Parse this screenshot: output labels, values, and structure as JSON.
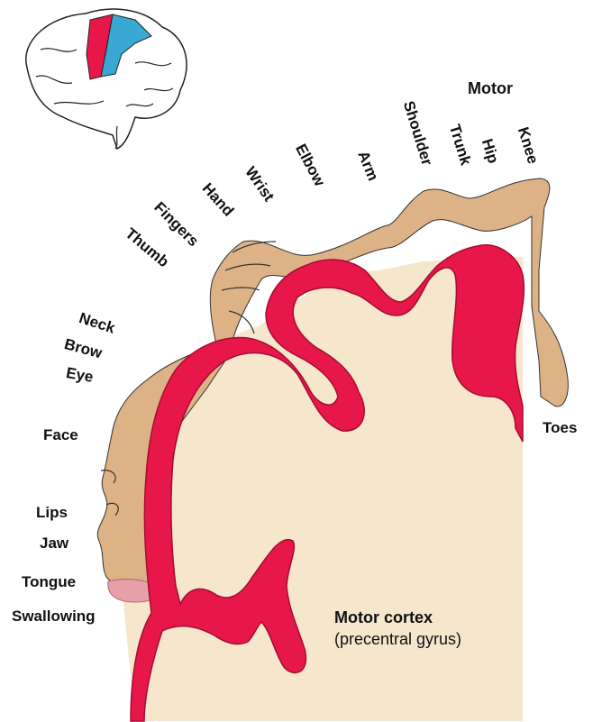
{
  "title": "Motor",
  "labels": {
    "toes": "Toes",
    "knee": "Knee",
    "hip": "Hip",
    "trunk": "Trunk",
    "shoulder": "Shoulder",
    "arm": "Arm",
    "elbow": "Elbow",
    "wrist": "Wrist",
    "hand": "Hand",
    "fingers": "Fingers",
    "thumb": "Thumb",
    "neck": "Neck",
    "brow": "Brow",
    "eye": "Eye",
    "face": "Face",
    "lips": "Lips",
    "jaw": "Jaw",
    "tongue": "Tongue",
    "swallowing": "Swallowing"
  },
  "caption": {
    "line1": "Motor cortex",
    "line2": "(precentral gyrus)"
  },
  "colors": {
    "cortex": "#e8174a",
    "tissue": "#f5e6cc",
    "skin": "#ddb286",
    "brain_highlight_blue": "#39a9d3",
    "tongue": "#e8a0a8"
  }
}
